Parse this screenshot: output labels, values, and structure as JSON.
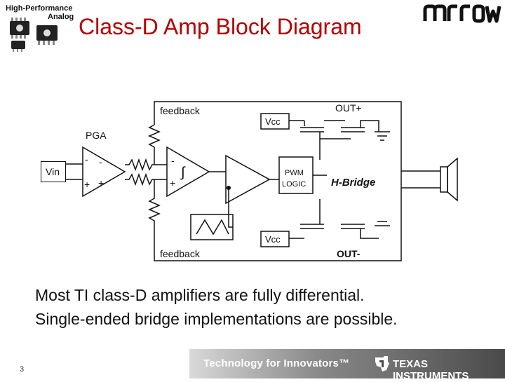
{
  "header": {
    "badge_line1": "High-Performance",
    "badge_line2": "Analog",
    "title": "Class-D Amp Block Diagram"
  },
  "diagram": {
    "labels": {
      "feedback_top": "feedback",
      "feedback_bottom": "feedback",
      "out_plus": "OUT+",
      "out_minus": "OUT-",
      "pga": "PGA",
      "vin": "Vin",
      "vcc_top": "Vcc",
      "vcc_bottom": "Vcc",
      "pwm_logic_line1": "PWM",
      "pwm_logic_line2": "LOGIC",
      "h_bridge": "H-Bridge",
      "minus_sign": "-",
      "plus_sign": "+",
      "integrator_symbol": "∫"
    }
  },
  "body": {
    "line1": "Most TI class-D amplifiers are fully differential.",
    "line2": "Single-ended bridge implementations are possible."
  },
  "footer": {
    "tagline": "Technology for Innovators™",
    "company": "TEXAS INSTRUMENTS",
    "page_number": "3"
  },
  "colors": {
    "title": "#b40000",
    "footer_dark": "#4a4a4a",
    "footer_light": "#d9d9d9"
  }
}
